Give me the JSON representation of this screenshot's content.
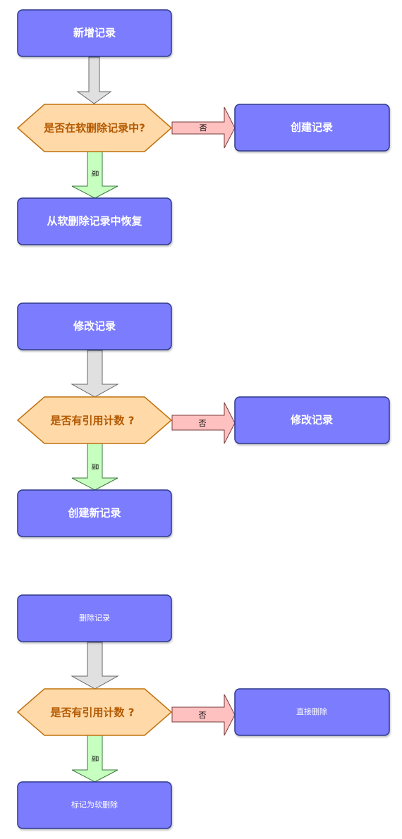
{
  "colors": {
    "process_fill": "#7b7bff",
    "process_stroke": "#2e3a8c",
    "decision_fill": "#ffd9a8",
    "decision_stroke": "#c0720e",
    "down_arrow_fill": "#e0e0e0",
    "yes_arrow_fill": "#c6ffc0",
    "no_arrow_fill": "#ffc0c0",
    "decision_text": "#b35900"
  },
  "flows": [
    {
      "start": "新增记录",
      "decision": "是否在软删除记录中?",
      "no_label": "否",
      "no_target": "创建记录",
      "yes_label": "是",
      "yes_target": "从软删除记录中恢复"
    },
    {
      "start": "修改记录",
      "decision": "是否有引用计数 ?",
      "no_label": "否",
      "no_target": "修改记录",
      "yes_label": "是",
      "yes_target": "创建新记录"
    },
    {
      "start": "删除记录",
      "decision": "是否有引用计数 ?",
      "no_label": "否",
      "no_target": "直接删除",
      "yes_label": "是",
      "yes_target": "标记为软删除"
    }
  ]
}
